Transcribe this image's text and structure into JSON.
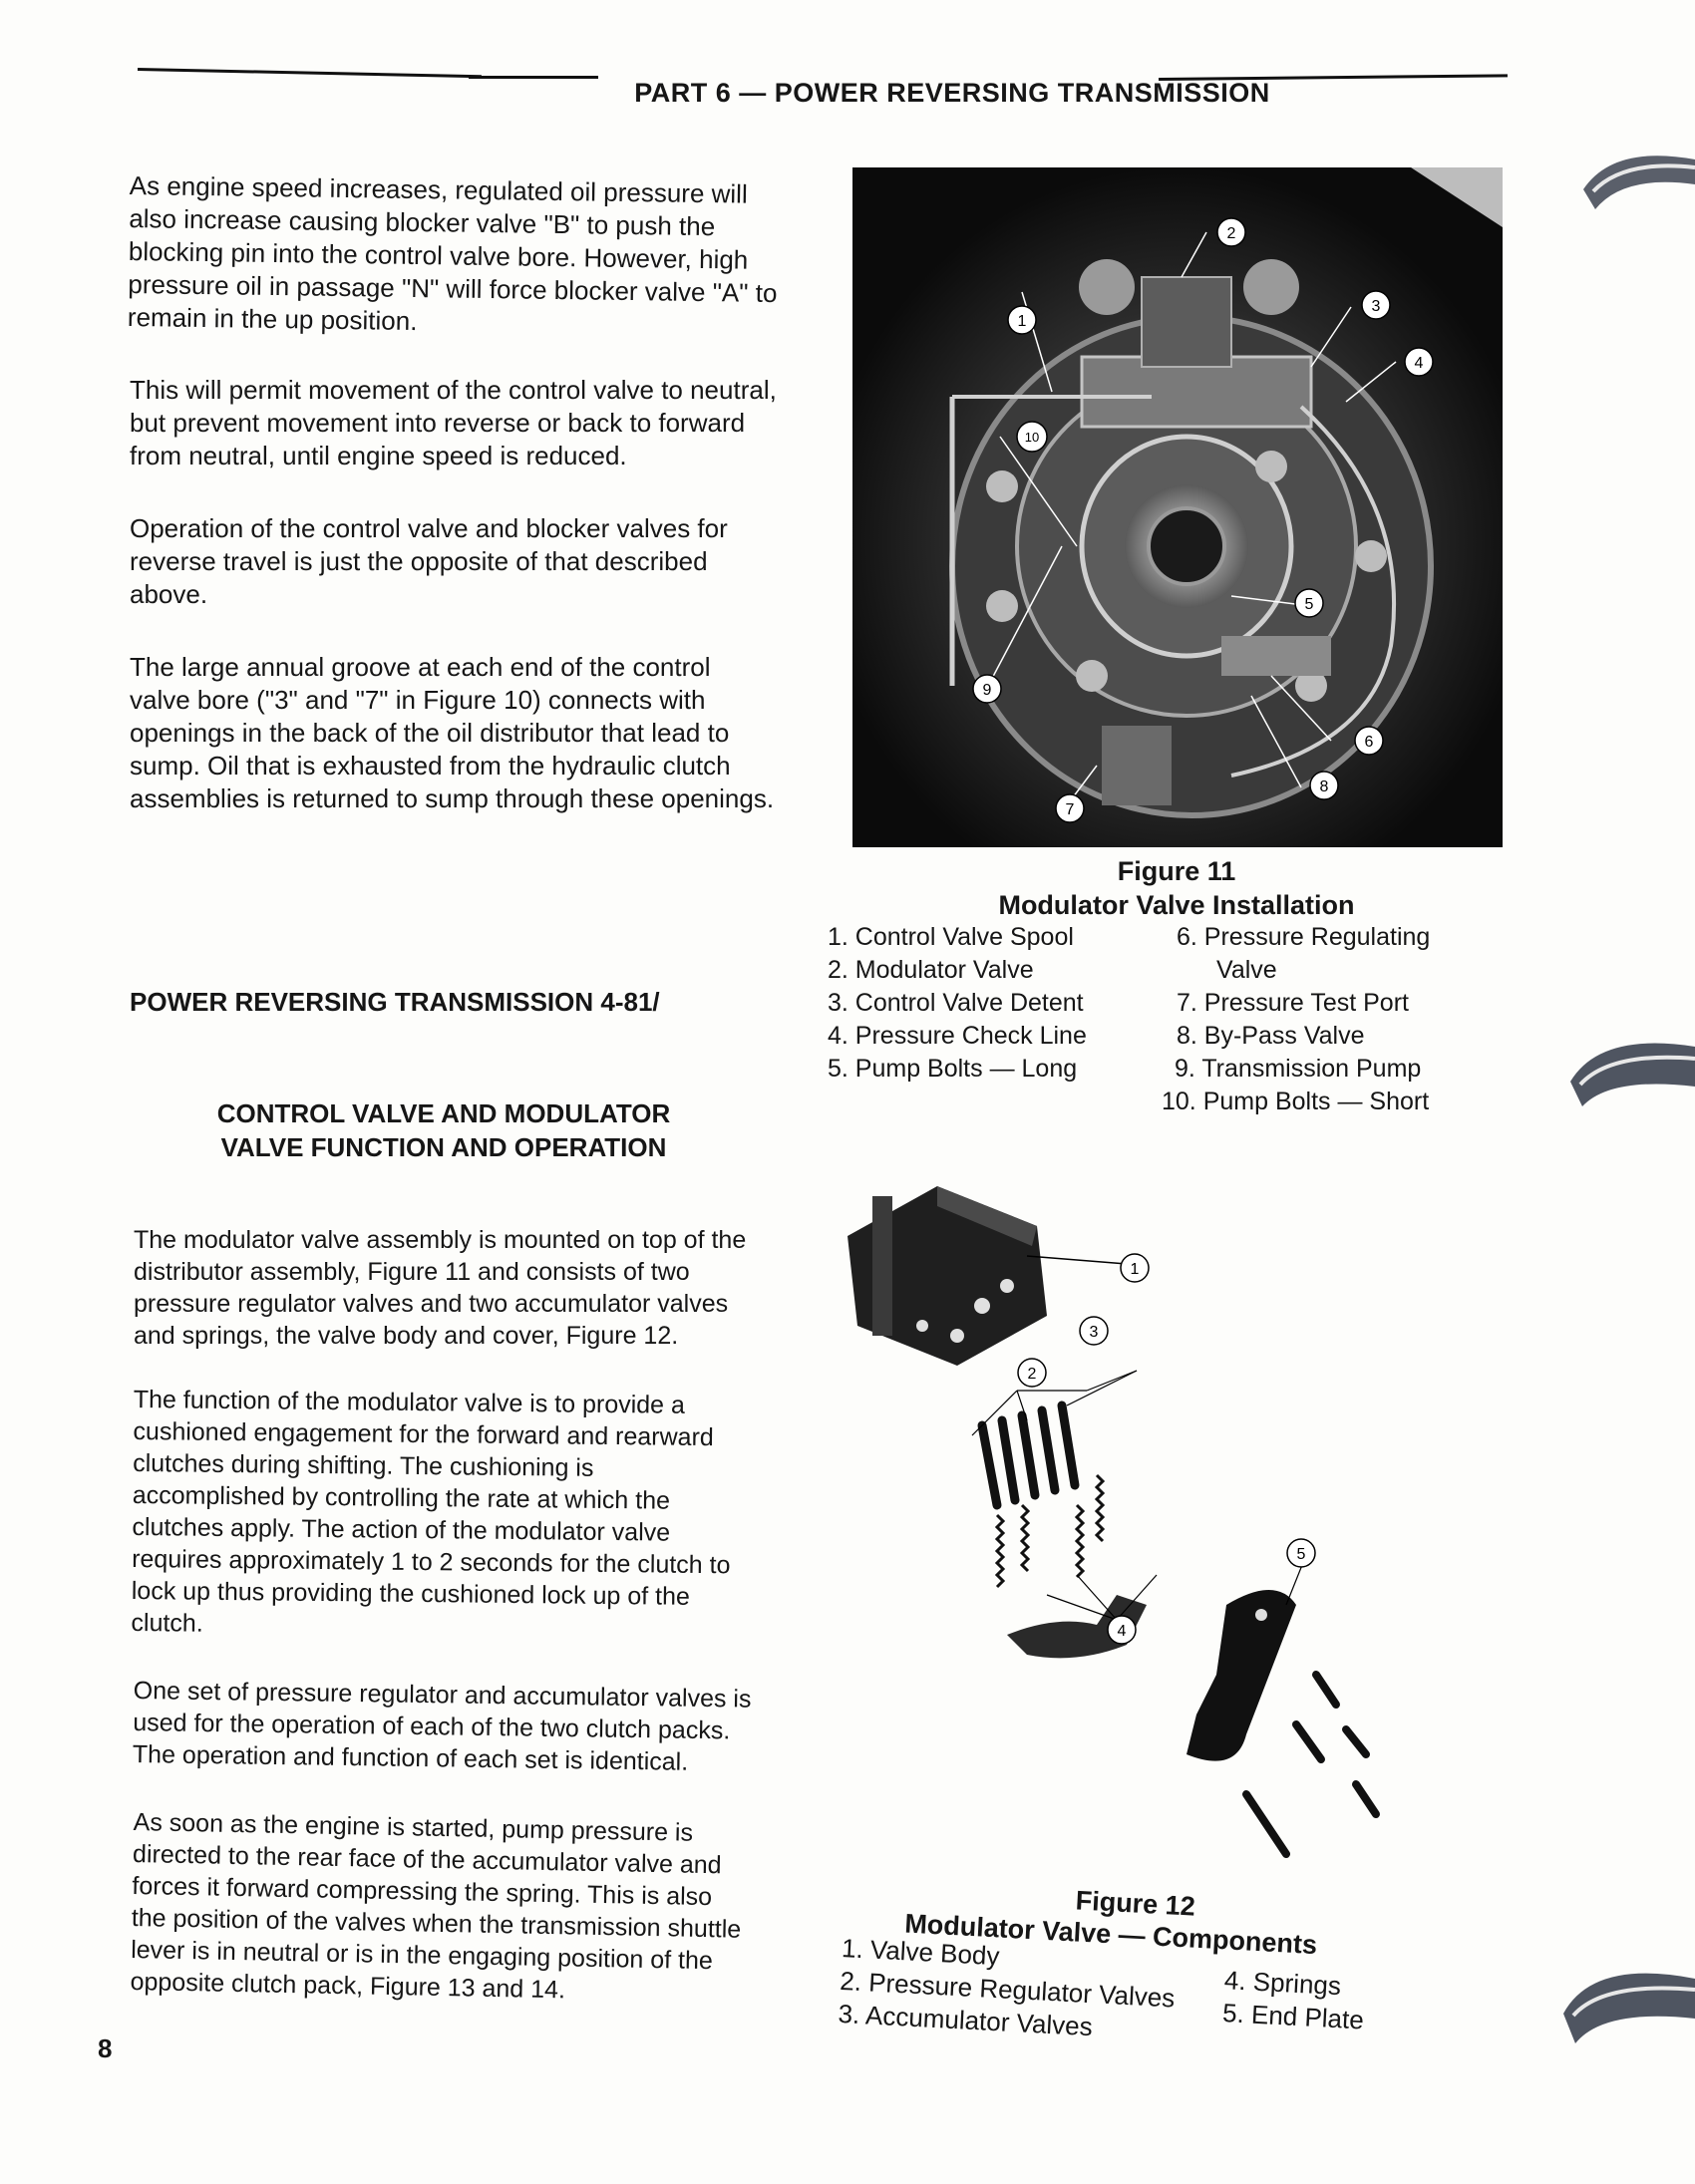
{
  "header": {
    "title": "PART 6 — POWER REVERSING TRANSMISSION"
  },
  "left_column": {
    "paragraphs_top": [
      "As engine speed increases, regulated oil pressure will also increase causing blocker valve \"B\" to push the blocking pin into the control valve bore. However, high pressure oil in passage \"N\" will force blocker valve \"A\" to remain in the up position.",
      "This will permit movement of the control valve to neutral, but prevent movement into reverse or back to forward from neutral, until engine speed is reduced.",
      "Operation of the control valve and blocker valves for reverse travel is just the opposite of that described above.",
      "The large annual groove at each end of the control valve bore (\"3\" and \"7\" in Figure 10) connects with openings in the back of the oil distributor that lead to sump. Oil that is exhausted from the hydraulic clutch assemblies is returned to sump through these openings."
    ],
    "section_heading": "POWER REVERSING TRANSMISSION 4-81/",
    "subsection_heading_line1": "CONTROL VALVE AND MODULATOR",
    "subsection_heading_line2": "VALVE FUNCTION AND OPERATION",
    "paragraphs_bottom": [
      "The modulator valve assembly is mounted on top of the distributor assembly, Figure 11 and consists of two pressure regulator valves and two accumulator valves and springs, the valve body and cover, Figure 12.",
      "The function of the modulator valve is to provide a cushioned engagement for the forward and rearward clutches during shifting. The cushioning is accomplished by controlling the rate at which the clutches apply. The action of the modulator valve requires approximately 1 to 2 seconds for the clutch to lock up thus providing the cushioned lock up of the clutch.",
      "One set of pressure regulator and accumulator valves is used for the operation of each of the two clutch packs. The operation and function of each set is identical.",
      "As soon as the engine is started, pump pressure is directed to the rear face of the accumulator valve and forces it forward compressing the spring. This is also the position of the valves when the transmission shuttle lever is in neutral or is in the engaging position of the opposite clutch pack, Figure 13 and 14."
    ]
  },
  "figure11": {
    "label": "Figure 11",
    "title": "Modulator Valve Installation",
    "callouts": [
      "1",
      "2",
      "3",
      "4",
      "5",
      "6",
      "7",
      "8",
      "9",
      "10"
    ],
    "legend": [
      "1.  Control Valve Spool",
      "2.  Modulator Valve",
      "3.  Control Valve Detent",
      "4.  Pressure Check Line",
      "5.  Pump Bolts — Long",
      "6.  Pressure Regulating",
      "Valve",
      "7.  Pressure Test Port",
      "8.  By-Pass Valve",
      "9.  Transmission Pump",
      "10.  Pump Bolts — Short"
    ]
  },
  "figure12": {
    "label": "Figure 12",
    "title": "Modulator Valve — Components",
    "callouts": [
      "1",
      "2",
      "3",
      "4",
      "5"
    ],
    "legend": [
      "1.  Valve Body",
      "2.  Pressure Regulator Valves",
      "3.  Accumulator Valves",
      "4.  Springs",
      "5.  End Plate"
    ]
  },
  "page_number": "8"
}
